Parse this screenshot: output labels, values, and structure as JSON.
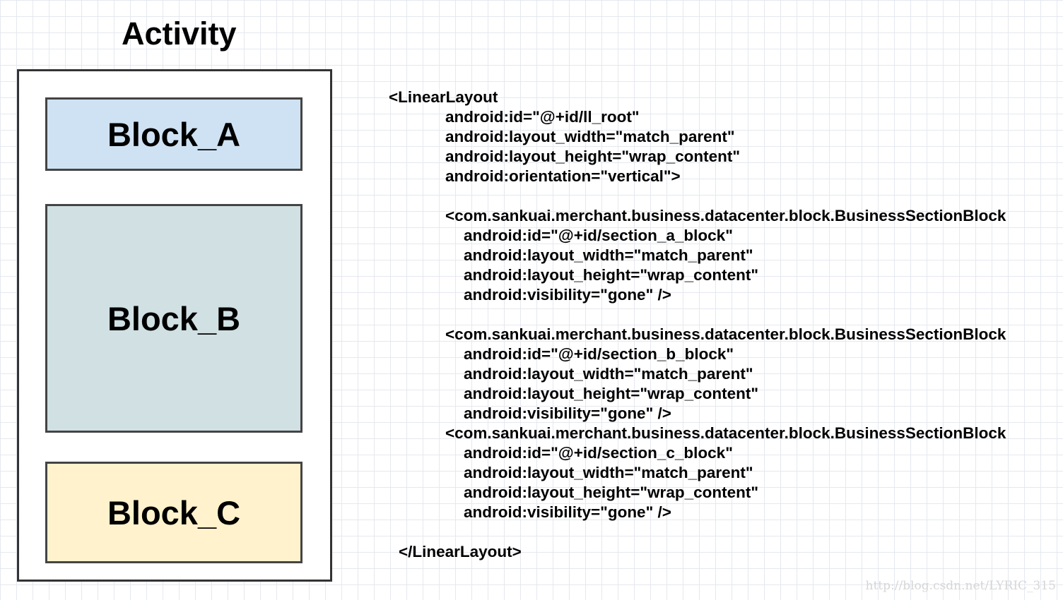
{
  "activity": {
    "title": "Activity"
  },
  "blocks": [
    {
      "label": "Block_A",
      "fill": "#cfe2f3"
    },
    {
      "label": "Block_B",
      "fill": "#d0e0e3"
    },
    {
      "label": "Block_C",
      "fill": "#fff2cc"
    }
  ],
  "code": {
    "lines": [
      "<LinearLayout",
      "android:id=\"@+id/ll_root\"",
      "android:layout_width=\"match_parent\"",
      "android:layout_height=\"wrap_content\"",
      "android:orientation=\"vertical\">",
      "",
      "<com.sankuai.merchant.business.datacenter.block.BusinessSectionBlock",
      "android:id=\"@+id/section_a_block\"",
      "android:layout_width=\"match_parent\"",
      "android:layout_height=\"wrap_content\"",
      "android:visibility=\"gone\" />",
      "",
      "<com.sankuai.merchant.business.datacenter.block.BusinessSectionBlock",
      "android:id=\"@+id/section_b_block\"",
      "android:layout_width=\"match_parent\"",
      "android:layout_height=\"wrap_content\"",
      "android:visibility=\"gone\" />",
      "<com.sankuai.merchant.business.datacenter.block.BusinessSectionBlock",
      "android:id=\"@+id/section_c_block\"",
      "android:layout_width=\"match_parent\"",
      "android:layout_height=\"wrap_content\"",
      "android:visibility=\"gone\" />",
      "",
      "</LinearLayout>"
    ]
  },
  "watermark": "http://blog.csdn.net/LYRIC_315"
}
